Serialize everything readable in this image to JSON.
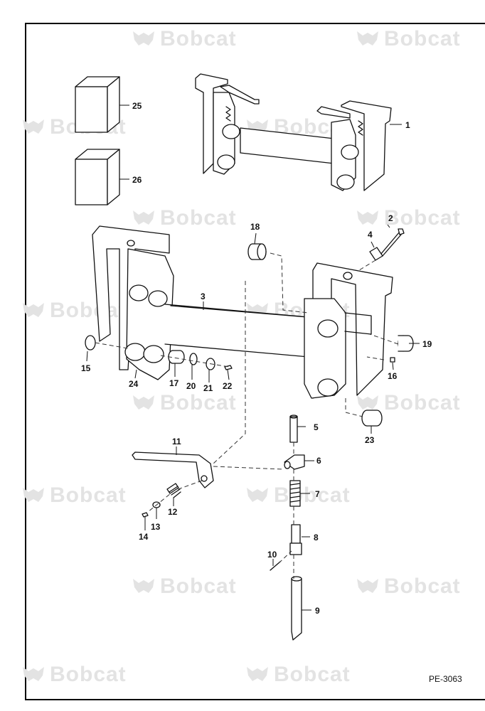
{
  "watermark": "Bobcat",
  "drawing_code": "PE-3063",
  "callouts": [
    "1",
    "2",
    "3",
    "4",
    "5",
    "6",
    "7",
    "8",
    "9",
    "10",
    "11",
    "12",
    "13",
    "14",
    "15",
    "16",
    "17",
    "18",
    "19",
    "20",
    "21",
    "22",
    "23",
    "24",
    "25",
    "26"
  ]
}
